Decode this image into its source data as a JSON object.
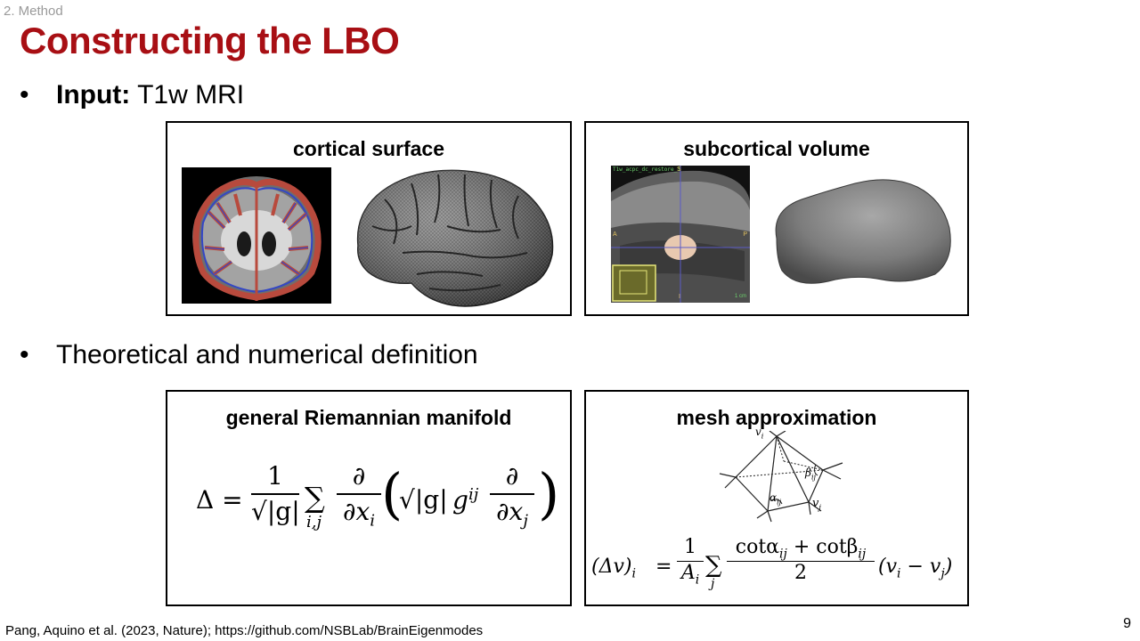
{
  "header": {
    "section": "2. Method",
    "title": "Constructing the LBO"
  },
  "bullets": [
    {
      "symbol": "•",
      "bold": "Input:",
      "text": " T1w MRI"
    },
    {
      "symbol": "•",
      "text": "Theoretical and numerical definition"
    }
  ],
  "panels": {
    "cortical": {
      "title": "cortical surface"
    },
    "subcortical": {
      "title": "subcortical volume",
      "mri_overlay": {
        "header": "T1w_acpc_dc_restore_1",
        "top": "S",
        "left": "A",
        "right": "P",
        "bottom": "I",
        "scale": "1 cm"
      }
    },
    "riemann": {
      "title": "general Riemannian manifold"
    },
    "mesh": {
      "title": "mesh approximation",
      "labels": {
        "vi": "v",
        "vi_sub": "i",
        "vj": "v",
        "vj_sub": "j",
        "alpha": "α",
        "alpha_sub": "ij",
        "beta": "β",
        "beta_sub": "ij"
      }
    }
  },
  "formulas": {
    "laplace_beltrami": {
      "lhs": "Δ =",
      "num": "1",
      "den": "√|g|",
      "sum_sub": "i,j",
      "d_num": "∂",
      "d_den": "∂x",
      "d_den_sub": "i",
      "paren_open": "(",
      "sqrt": "√|g|",
      "g": "g",
      "g_sup": "ij",
      "d2_num": "∂",
      "d2_den": "∂x",
      "d2_den_sub": "j",
      "paren_close": ")"
    },
    "cotangent": {
      "lhs": "(Δv)",
      "lhs_sub": "i",
      "eq": "=",
      "num": "1",
      "den": "A",
      "den_sub": "i",
      "sum_sub": "j",
      "cot_num_a": "cotα",
      "cot_num_a_sub": "ij",
      "cot_plus": "+ cotβ",
      "cot_num_b_sub": "ij",
      "cot_den": "2",
      "rhs_open": "(v",
      "rhs_vi_sub": "i",
      "rhs_minus": "− v",
      "rhs_vj_sub": "j",
      "rhs_close": ")"
    }
  },
  "footer": {
    "citation": "Pang, Aquino et al. (2023, Nature); https://github.com/NSBLab/BrainEigenmodes",
    "page": "9"
  }
}
